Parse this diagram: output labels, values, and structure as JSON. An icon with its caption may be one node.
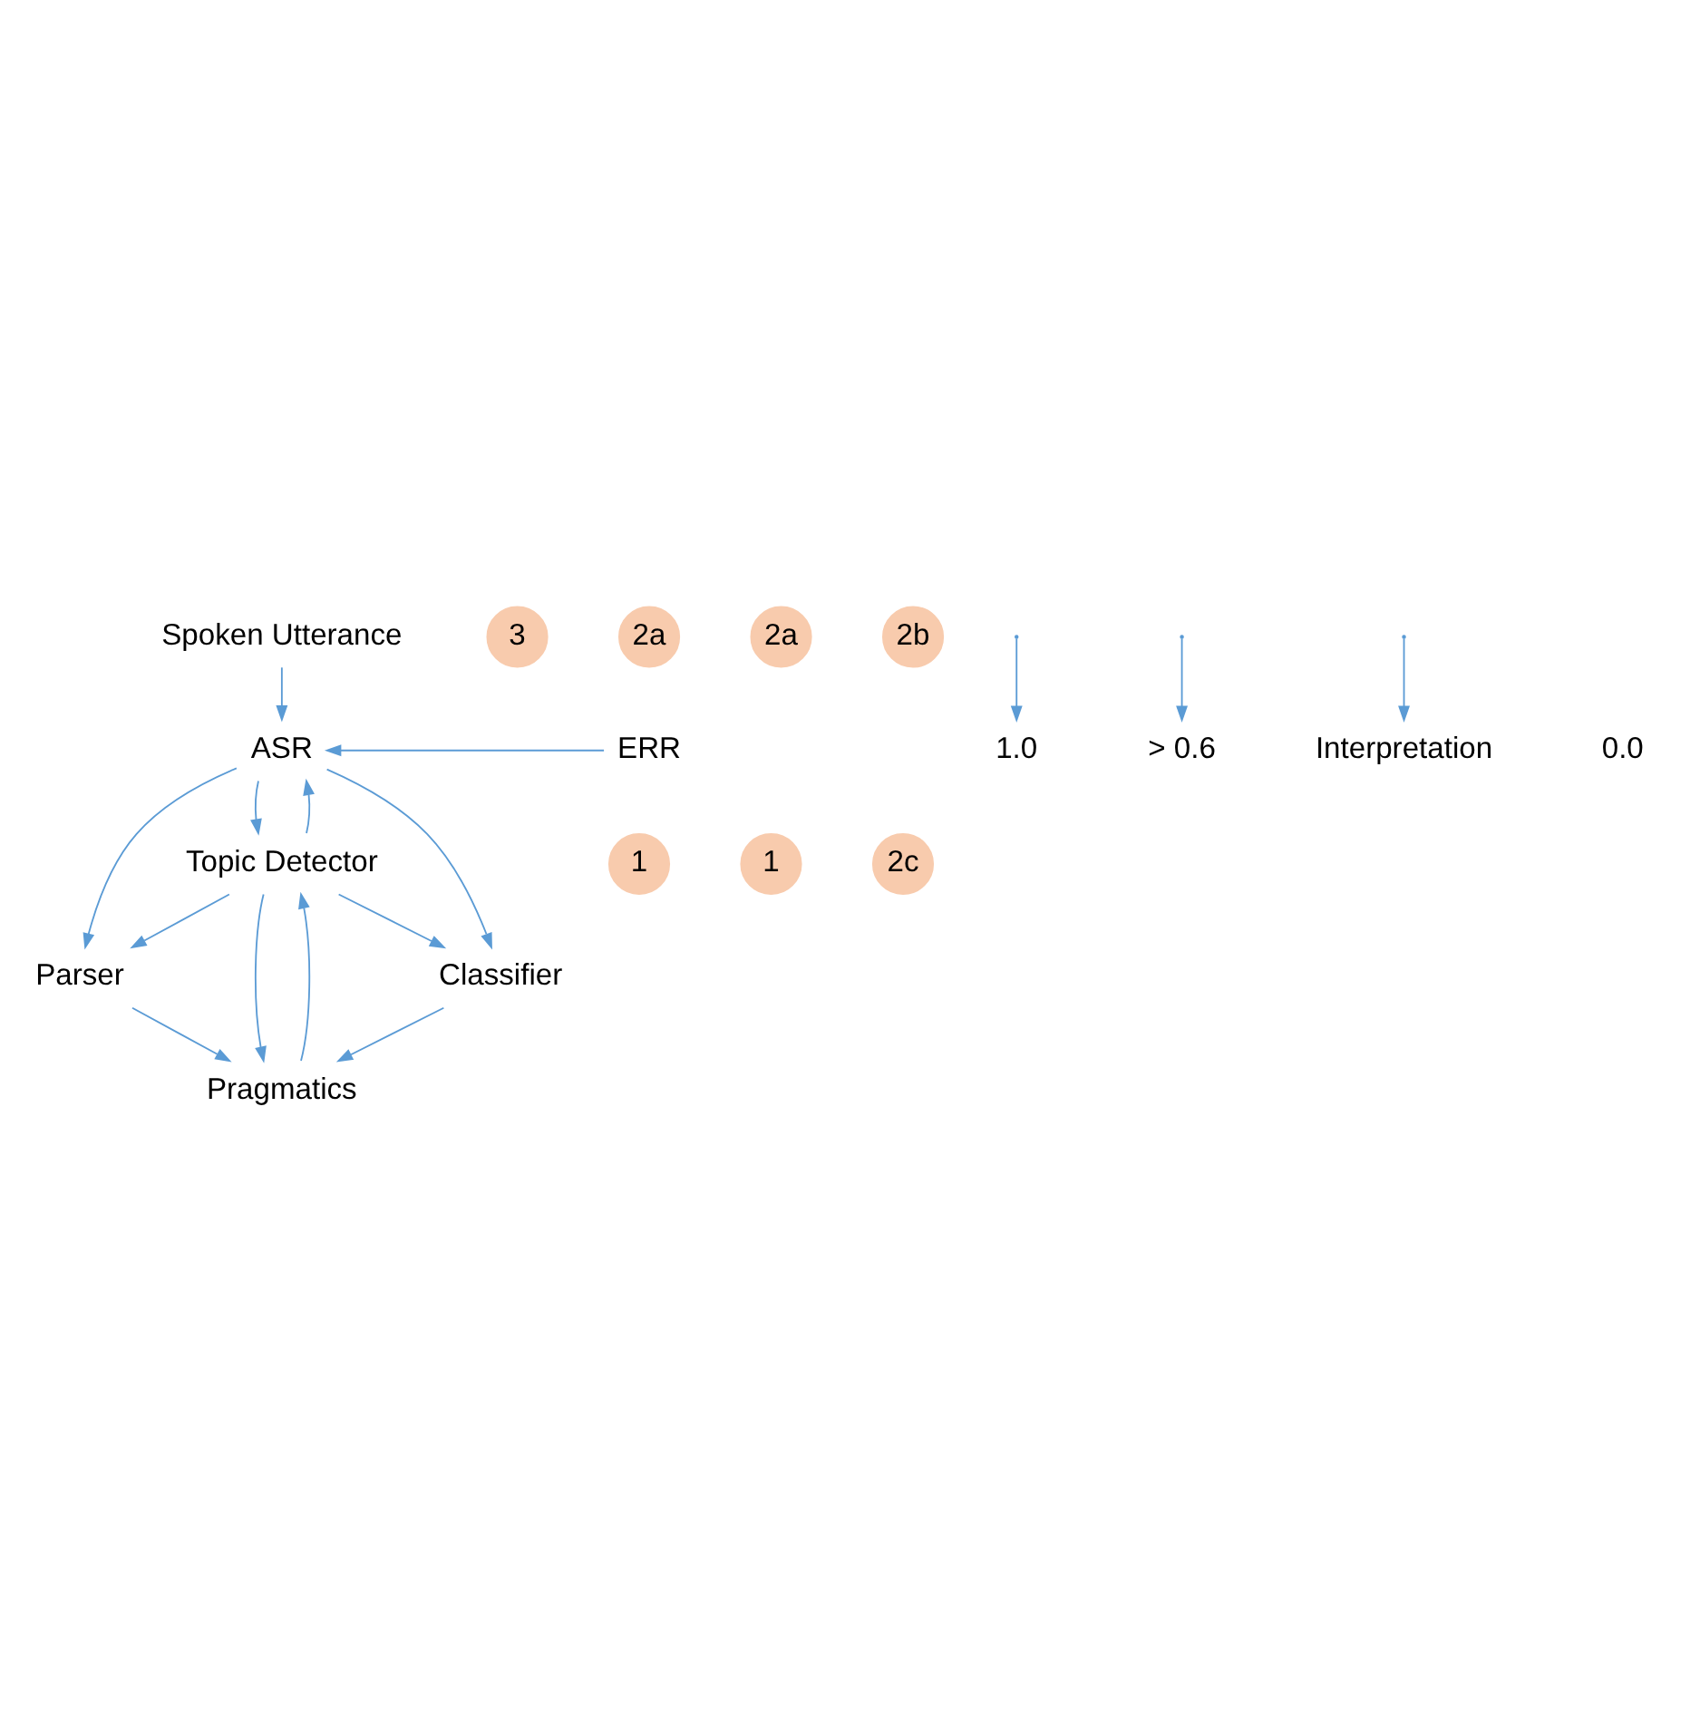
{
  "diagram": {
    "nodes": [
      {
        "text": [
          "Spoken Utterance"
        ]
      },
      {
        "text": [
          "ASR"
        ]
      },
      {
        "text": [
          "1"
        ]
      },
      {
        "text": [
          "1"
        ]
      },
      {
        "text": [
          "Topic Detector"
        ]
      },
      {
        "text": [
          "2c"
        ]
      },
      {
        "text": [
          "Parser"
        ]
      },
      {
        "text": [
          "Classifier"
        ]
      },
      {
        "text": [
          "3"
        ]
      },
      {
        "text": [
          "2a"
        ]
      },
      {
        "text": [
          "2a"
        ]
      },
      {
        "text": [
          "Pragmatics"
        ]
      },
      {
        "text": [
          "2b"
        ]
      },
      {
        "text": [
          "1.0"
        ]
      },
      {
        "text": [
          "> 0.6"
        ]
      },
      {
        "text": [
          "ERR"
        ]
      },
      {
        "text": [
          "Interpretation"
        ]
      }
    ],
    "edges": [
      {
        "from": 0,
        "to": 1,
        "arrow": "to"
      },
      {
        "from": 15,
        "to": 1,
        "arrow": "to"
      },
      {
        "from": 1,
        "to": 6,
        "arrow": "to"
      },
      {
        "from": 1,
        "to": 4,
        "arrow": "to"
      },
      {
        "from": 4,
        "to": 1,
        "arrow": "to"
      },
      {
        "from": 1,
        "to": 7,
        "arrow": "to"
      },
      {
        "from": 4,
        "to": 6,
        "arrow": "to"
      },
      {
        "from": 4,
        "to": 7,
        "arrow": "to"
      },
      {
        "from": 6,
        "to": 11,
        "arrow": "to"
      },
      {
        "from": 7,
        "to": 11,
        "arrow": "to"
      },
      {
        "from": 11,
        "to": 4,
        "arrow": "to"
      },
      {
        "from": 4,
        "to": 11,
        "arrow": "to"
      },
      {
        "from": null,
        "to": 13,
        "arrow": "to"
      },
      {
        "from": null,
        "to": 14,
        "arrow": "to"
      },
      {
        "from": null,
        "to": 16,
        "arrow": "to"
      }
    ],
    "labels": [
      "0.0"
    ]
  }
}
